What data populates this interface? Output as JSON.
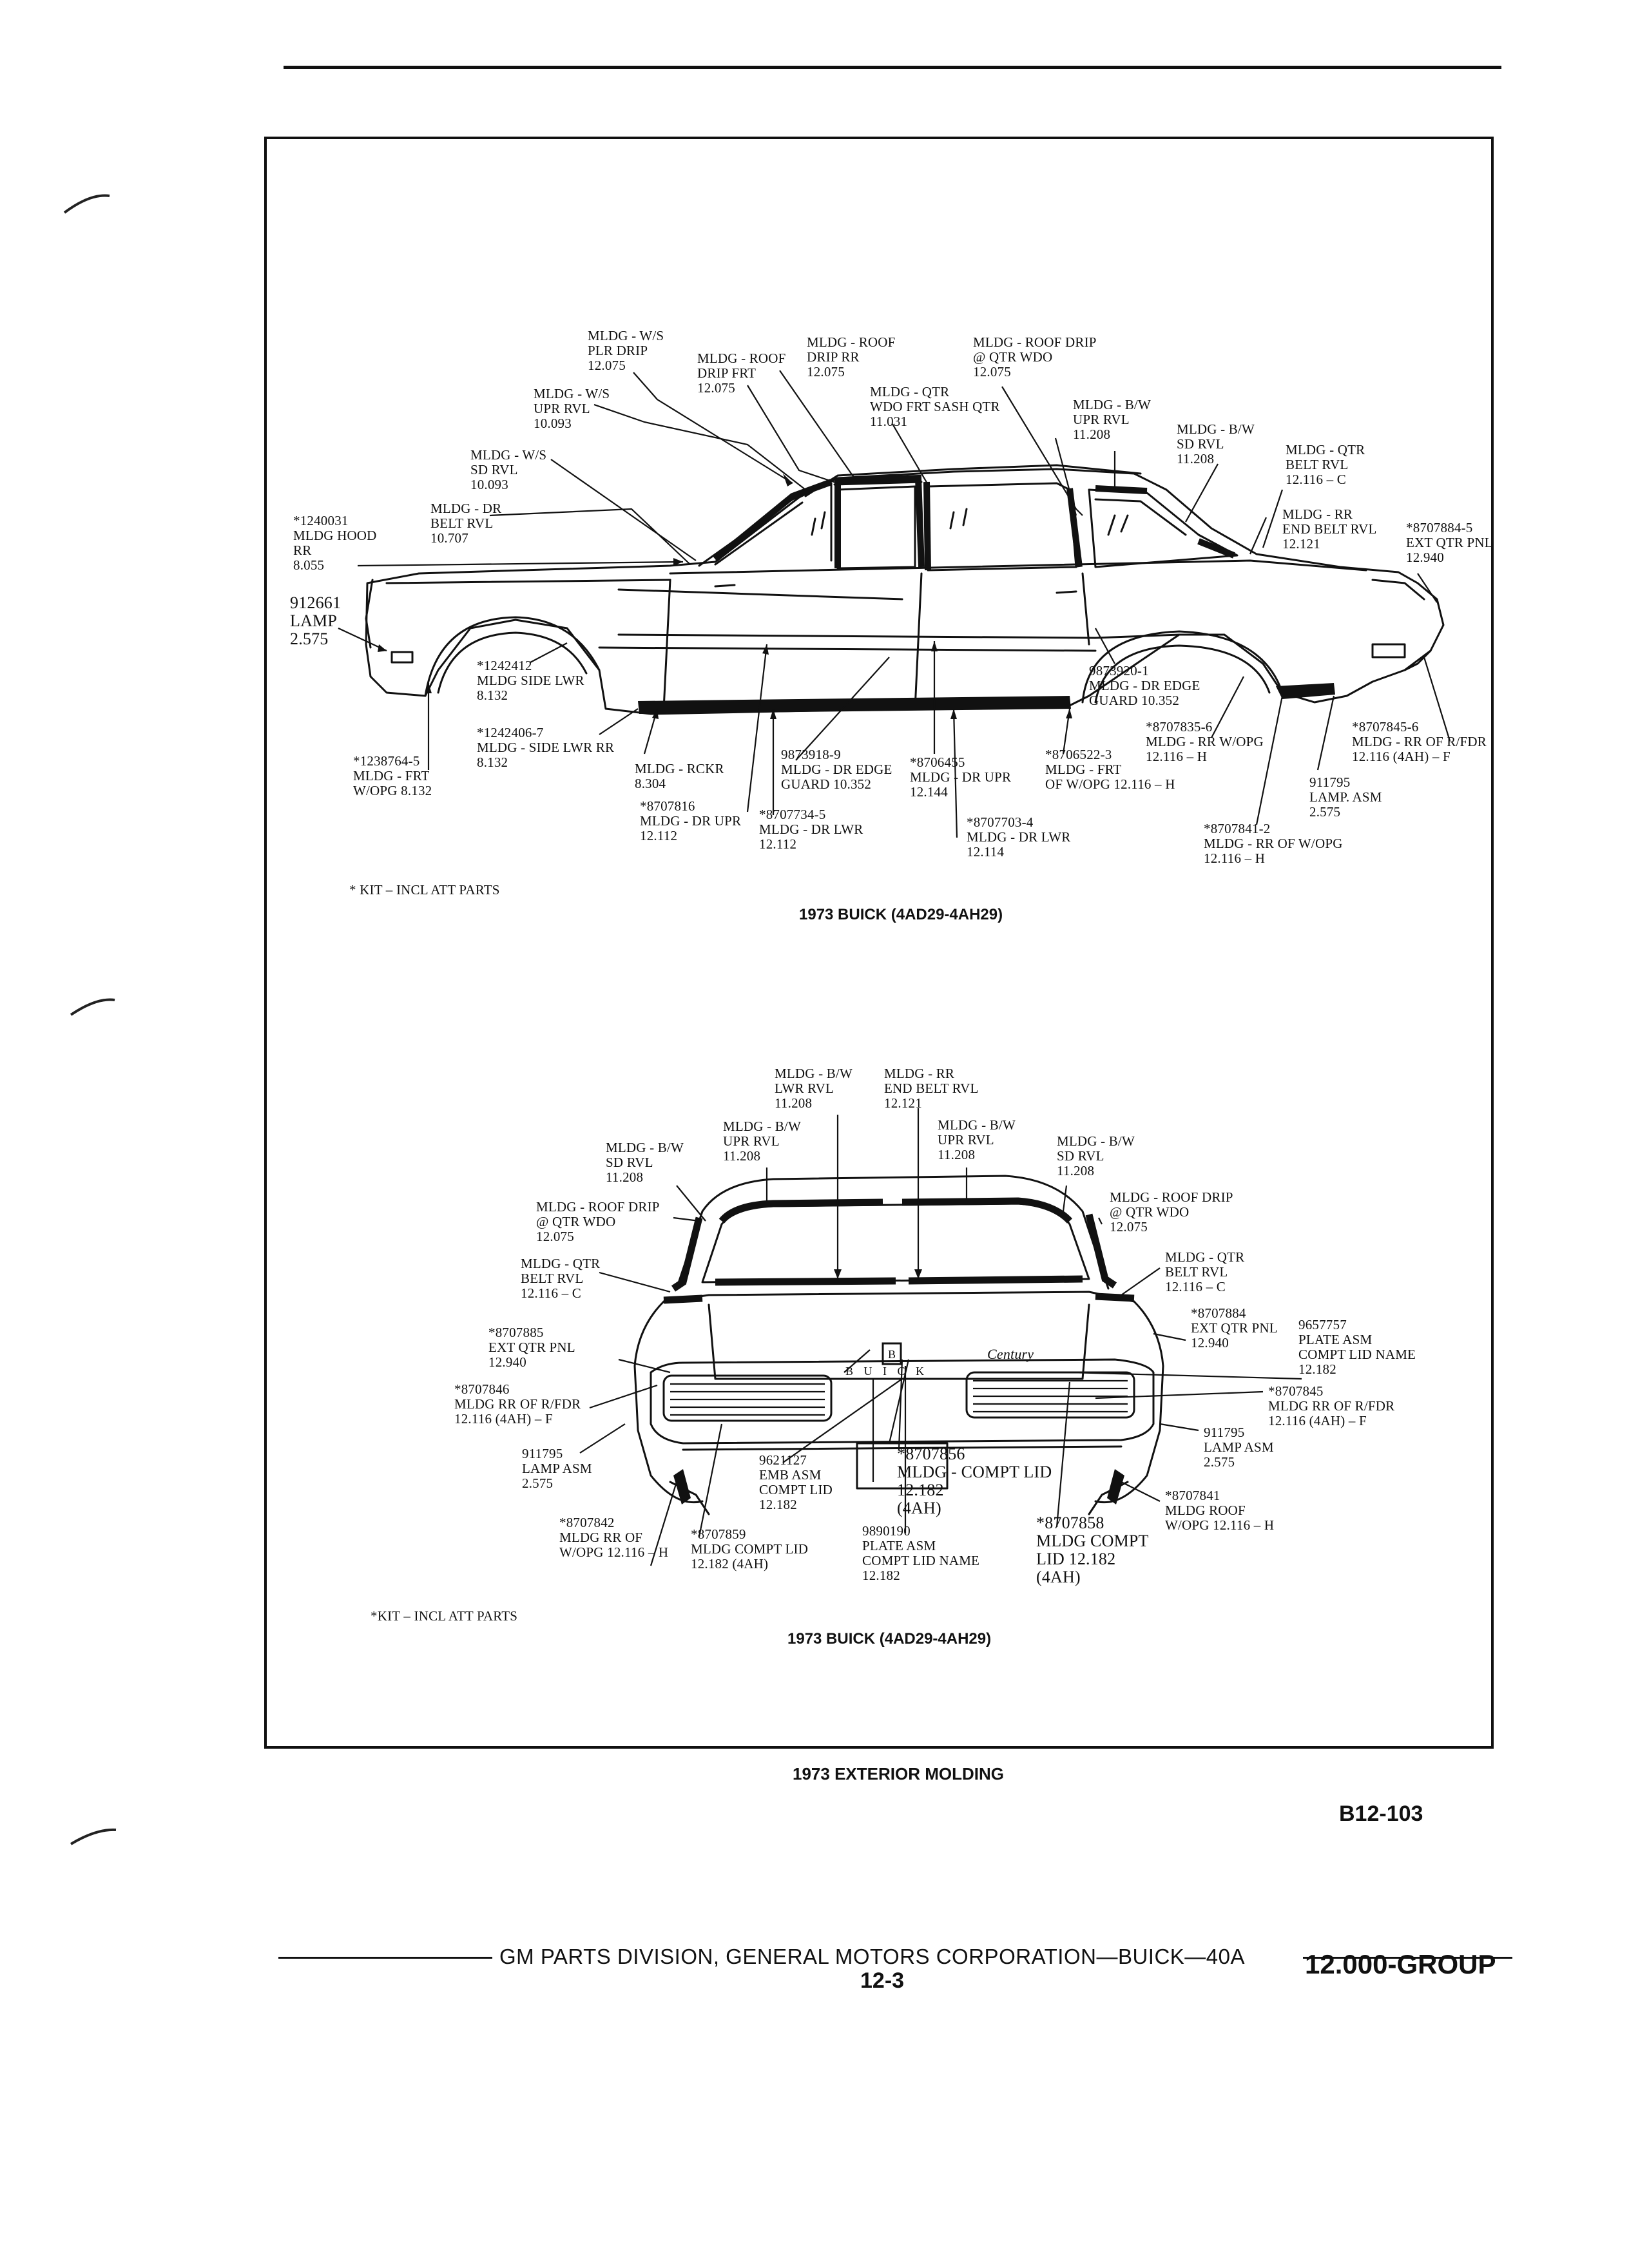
{
  "side_view": {
    "labels": [
      {
        "id": "ws-plr-drip",
        "text": "MLDG - W/S\nPLR DRIP\n12.075"
      },
      {
        "id": "roof-drip-frt",
        "text": "MLDG - ROOF\nDRIP FRT\n12.075"
      },
      {
        "id": "roof-drip-rr",
        "text": "MLDG - ROOF\nDRIP RR\n12.075"
      },
      {
        "id": "roof-drip-qtr-wdo",
        "text": "MLDG - ROOF DRIP\n@ QTR WDO\n12.075"
      },
      {
        "id": "ws-upr-rvl",
        "text": "MLDG - W/S\nUPR RVL\n10.093"
      },
      {
        "id": "qtr-wdo-frt-sash",
        "text": "MLDG - QTR\nWDO FRT SASH QTR\n11.031"
      },
      {
        "id": "bw-upr-rvl",
        "text": "MLDG - B/W\nUPR RVL\n11.208"
      },
      {
        "id": "bw-sd-rvl",
        "text": "MLDG - B/W\nSD RVL\n11.208"
      },
      {
        "id": "qtr-belt-rvl",
        "text": "MLDG - QTR\nBELT RVL\n12.116 – C"
      },
      {
        "id": "ws-sd-rvl",
        "text": "MLDG - W/S\nSD RVL\n10.093"
      },
      {
        "id": "dr-belt-rvl",
        "text": "MLDG - DR\nBELT RVL\n10.707"
      },
      {
        "id": "hood-rr",
        "text": "*1240031\nMLDG HOOD\nRR\n8.055"
      },
      {
        "id": "rr-end-belt-rvl",
        "text": "MLDG - RR\nEND BELT RVL\n12.121"
      },
      {
        "id": "ext-qtr-pnl",
        "text": "*8707884-5\nEXT QTR PNL\n12.940"
      },
      {
        "id": "lamp-912661",
        "text": "912661\nLAMP\n2.575"
      },
      {
        "id": "side-lwr-1242412",
        "text": "*1242412\nMLDG SIDE LWR\n8.132"
      },
      {
        "id": "dr-edge-guard-9873920",
        "text": "9873920-1\nMLDG - DR EDGE\nGUARD 10.352"
      },
      {
        "id": "side-lwr-rr",
        "text": "*1242406-7\nMLDG - SIDE LWR RR\n8.132"
      },
      {
        "id": "frt-wopg-1238764",
        "text": "*1238764-5\nMLDG - FRT\nW/OPG 8.132"
      },
      {
        "id": "rckr",
        "text": "MLDG - RCKR\n8.304"
      },
      {
        "id": "dr-edge-guard-9873918",
        "text": "9873918-9\nMLDG - DR EDGE\nGUARD 10.352"
      },
      {
        "id": "dr-upr-8706455",
        "text": "*8706455\nMLDG - DR UPR\n12.144"
      },
      {
        "id": "frt-wopg-8706522",
        "text": "*8706522-3\nMLDG - FRT\nOF W/OPG 12.116 – H"
      },
      {
        "id": "rr-wopg-8707835",
        "text": "*8707835-6\nMLDG - RR W/OPG\n12.116 – H"
      },
      {
        "id": "rr-rfdr-8707845-6",
        "text": "*8707845-6\nMLDG - RR OF R/FDR\n12.116 (4AH) – F"
      },
      {
        "id": "lamp-asm-911795",
        "text": "911795\nLAMP. ASM\n2.575"
      },
      {
        "id": "dr-upr-8707816",
        "text": "*8707816\nMLDG - DR UPR\n12.112"
      },
      {
        "id": "dr-lwr-8707734",
        "text": "*8707734-5\nMLDG - DR LWR\n12.112"
      },
      {
        "id": "dr-lwr-8707703",
        "text": "*8707703-4\nMLDG - DR LWR\n12.114"
      },
      {
        "id": "rr-of-wopg-8707841",
        "text": "*8707841-2\nMLDG - RR OF W/OPG\n12.116 – H"
      }
    ],
    "kit_note": "* KIT – INCL ATT PARTS",
    "caption": "1973 BUICK (4AD29-4AH29)"
  },
  "rear_view": {
    "labels": [
      {
        "id": "bw-lwr-rvl",
        "text": "MLDG - B/W\nLWR RVL\n11.208"
      },
      {
        "id": "rr-end-belt-rvl",
        "text": "MLDG - RR\nEND BELT RVL\n12.121"
      },
      {
        "id": "bw-upr-rvl-l",
        "text": "MLDG - B/W\nUPR RVL\n11.208"
      },
      {
        "id": "bw-upr-rvl-r",
        "text": "MLDG - B/W\nUPR RVL\n11.208"
      },
      {
        "id": "bw-sd-rvl-l",
        "text": "MLDG - B/W\nSD RVL\n11.208"
      },
      {
        "id": "bw-sd-rvl-r",
        "text": "MLDG - B/W\nSD RVL\n11.208"
      },
      {
        "id": "roof-drip-l",
        "text": "MLDG - ROOF DRIP\n@ QTR WDO\n12.075"
      },
      {
        "id": "roof-drip-r",
        "text": "MLDG - ROOF DRIP\n@ QTR WDO\n12.075"
      },
      {
        "id": "qtr-belt-l",
        "text": "MLDG - QTR\nBELT RVL\n12.116 – C"
      },
      {
        "id": "qtr-belt-r",
        "text": "MLDG - QTR\nBELT RVL\n12.116 – C"
      },
      {
        "id": "ext-qtr-8707885",
        "text": "*8707885\nEXT QTR PNL\n12.940"
      },
      {
        "id": "ext-qtr-8707884",
        "text": "*8707884\nEXT QTR PNL\n12.940"
      },
      {
        "id": "plate-9657757",
        "text": "9657757\nPLATE ASM\nCOMPT LID NAME\n12.182"
      },
      {
        "id": "rr-rfdr-8707846",
        "text": "*8707846\nMLDG RR OF R/FDR\n12.116 (4AH) – F"
      },
      {
        "id": "rr-rfdr-8707845",
        "text": "*8707845\nMLDG RR OF R/FDR\n12.116 (4AH) – F"
      },
      {
        "id": "lamp-l",
        "text": "911795\nLAMP ASM\n2.575"
      },
      {
        "id": "lamp-r",
        "text": "911795\nLAMP ASM\n2.575"
      },
      {
        "id": "emb-9621127",
        "text": "9621127\nEMB ASM\nCOMPT LID\n12.182"
      },
      {
        "id": "compt-lid-8707856",
        "text": "*8707856\nMLDG - COMPT LID\n12.182\n(4AH)"
      },
      {
        "id": "roof-wopg-8707841",
        "text": "*8707841\nMLDG ROOF\nW/OPG 12.116 – H"
      },
      {
        "id": "rr-of-wopg-8707842",
        "text": "*8707842\nMLDG RR OF\nW/OPG 12.116 – H"
      },
      {
        "id": "compt-lid-8707859",
        "text": "*8707859\nMLDG COMPT LID\n12.182 (4AH)"
      },
      {
        "id": "plate-9890190",
        "text": "9890190\nPLATE ASM\nCOMPT LID NAME\n12.182"
      },
      {
        "id": "compt-lid-8707858",
        "text": "*8707858\nMLDG COMPT\nLID 12.182\n(4AH)"
      }
    ],
    "emblem_script": "Century",
    "emblem_letters": "B U I C K",
    "kit_note": "*KIT – INCL ATT PARTS",
    "caption": "1973 BUICK (4AD29-4AH29)"
  },
  "page": {
    "title": "1973 EXTERIOR MOLDING",
    "code": "B12-103",
    "footer_line": "GM PARTS DIVISION, GENERAL MOTORS CORPORATION—BUICK—40A",
    "page_number": "12-3",
    "group": "12.000-GROUP"
  }
}
